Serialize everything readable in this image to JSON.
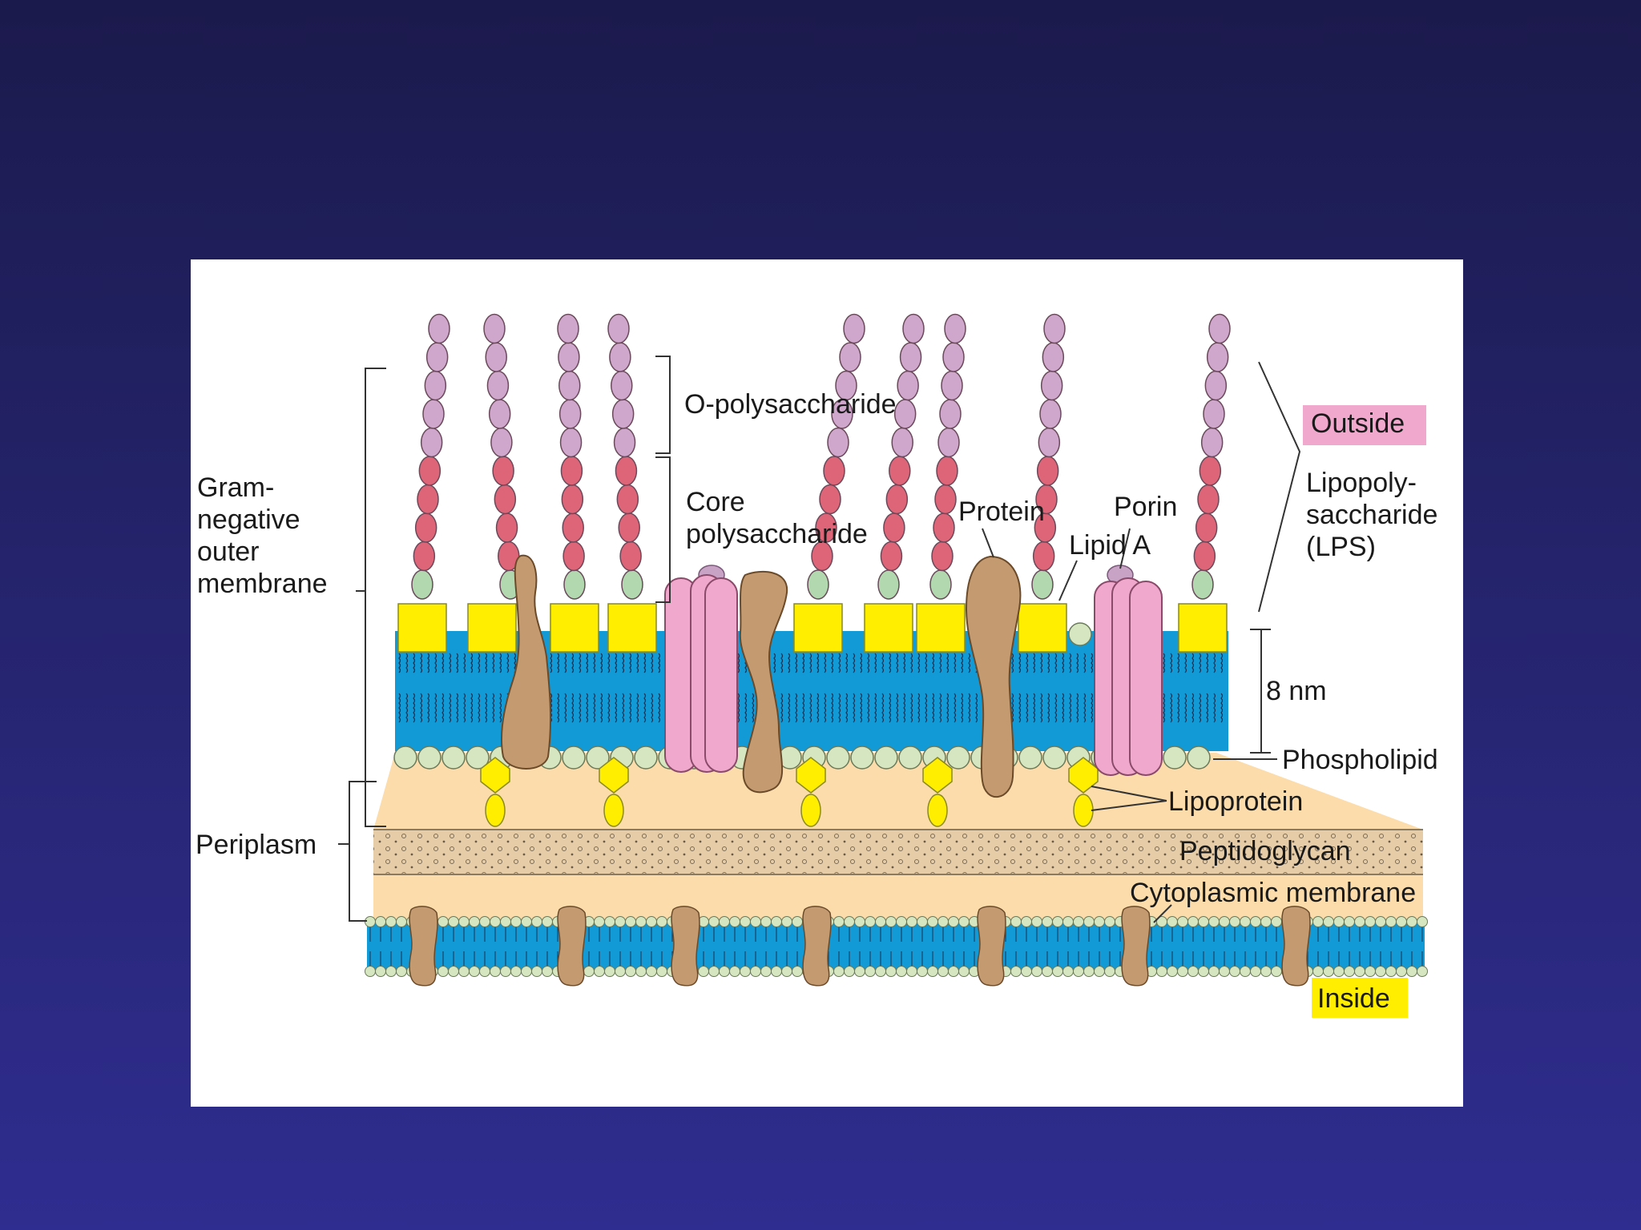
{
  "labels": {
    "o_polysaccharide": "O-polysaccharide",
    "core_line1": "Core",
    "core_line2": "polysaccharide",
    "protein": "Protein",
    "porin": "Porin",
    "lipid_a": "Lipid A",
    "outside": "Outside",
    "lps_line1": "Lipopoly-",
    "lps_line2": "saccharide",
    "lps_line3": "(LPS)",
    "gram_line1": "Gram-",
    "gram_line2": "negative",
    "gram_line3": "outer",
    "gram_line4": "membrane",
    "eight_nm": "8 nm",
    "phospholipid": "Phospholipid",
    "lipoprotein": "Lipoprotein",
    "periplasm": "Periplasm",
    "peptidoglycan": "Peptidoglycan",
    "cytoplasmic_membrane": "Cytoplasmic membrane",
    "inside": "Inside"
  },
  "colors": {
    "background_top": "#1b1a4c",
    "background_bottom": "#2f2d8f",
    "membrane_blue": "#129ad6",
    "lipid_a_yellow": "#ffee00",
    "o_polysaccharide_unit": "#cfa6cc",
    "core_unit": "#de6478",
    "sugar_base_green": "#b2d8b0",
    "protein_brown": "#c49a70",
    "porin_pink": "#f0a8cc",
    "periplasm_tan": "#fbdcaa",
    "peptidoglycan_tan": "#e6cda8",
    "phospholipid_head": "#d6e6c0",
    "outside_tag": "#f0a8cc",
    "inside_tag": "#ffee00"
  }
}
